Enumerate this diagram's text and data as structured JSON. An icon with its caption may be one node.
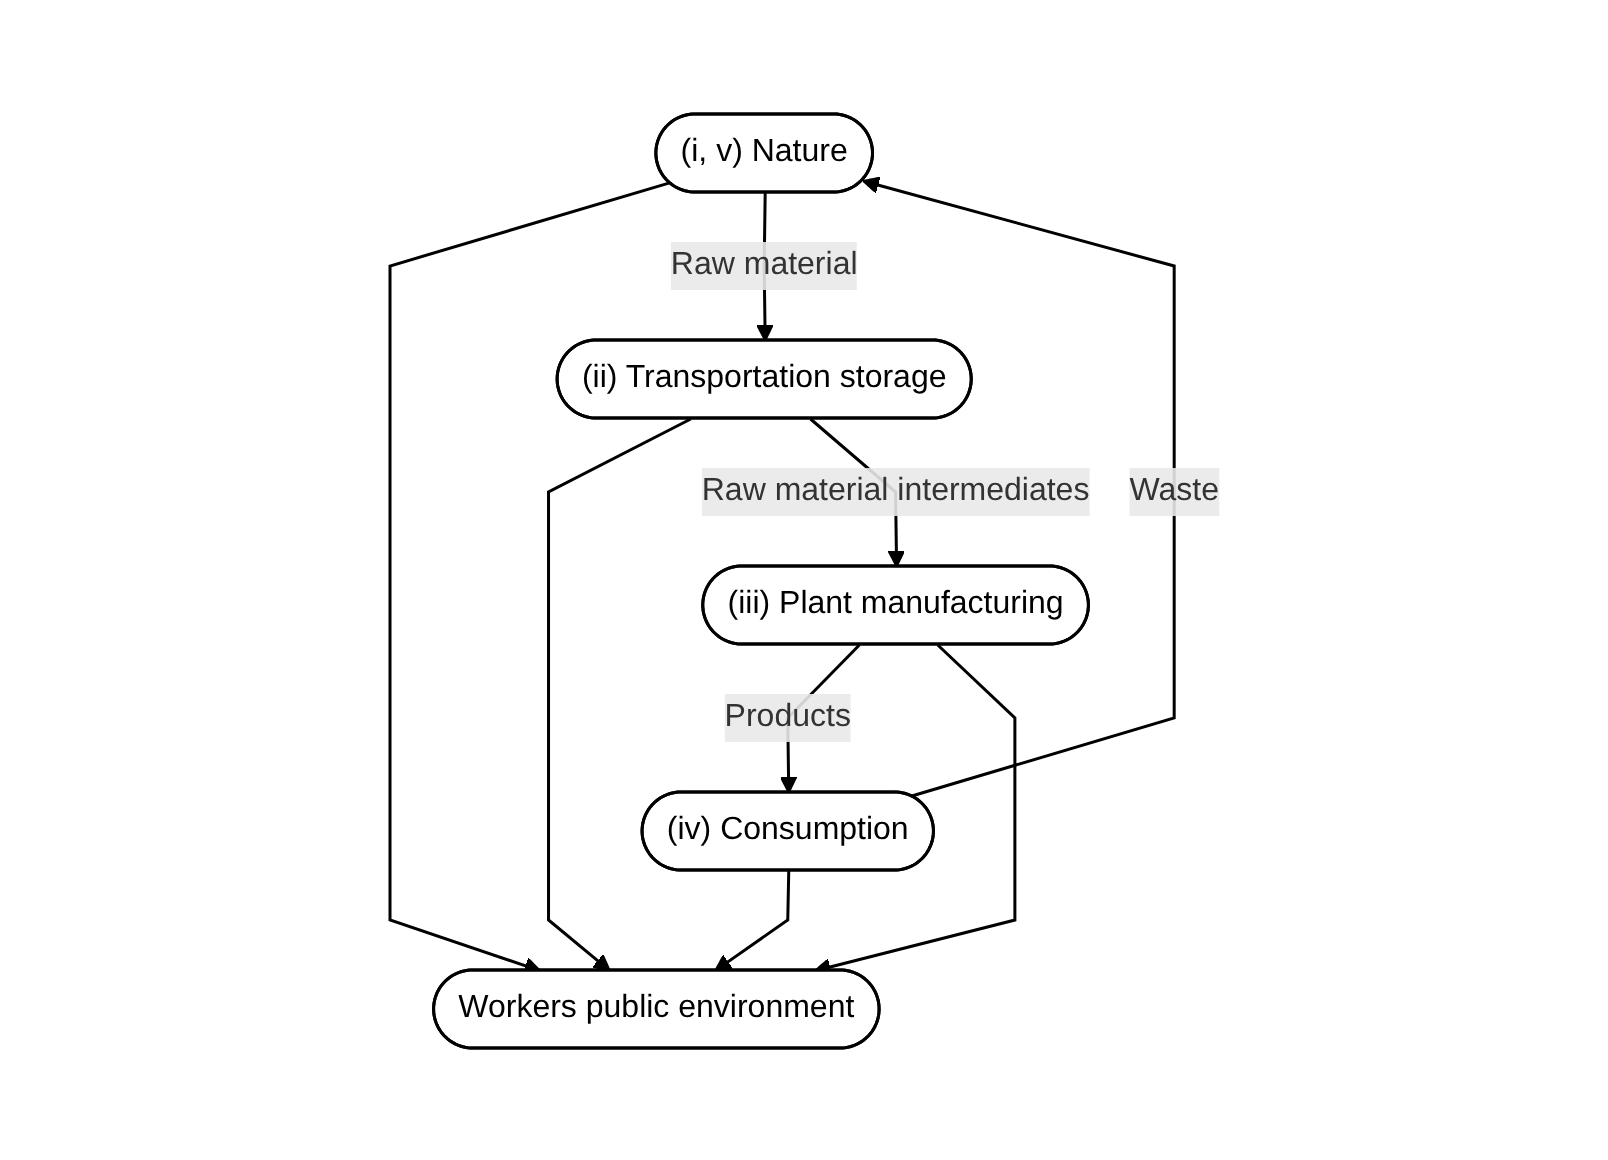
{
  "diagram": {
    "nodes": [
      {
        "text": [
          "(i, v) Nature"
        ]
      },
      {
        "text": [
          "(iv) Consumption"
        ]
      },
      {
        "text": [
          "Workers public environment"
        ]
      },
      {
        "text": [
          "(ii) Transportation storage"
        ]
      },
      {
        "text": [
          "(iii) Plant manufacturing"
        ]
      }
    ],
    "edges": [
      {
        "from": 1,
        "to": 0,
        "arrow": "to",
        "label": "Waste"
      },
      {
        "from": 0,
        "to": 2,
        "arrow": "to"
      },
      {
        "from": 0,
        "to": 3,
        "arrow": "to",
        "label": "Raw material"
      },
      {
        "from": 1,
        "to": 2,
        "arrow": "to"
      },
      {
        "from": 3,
        "to": 2,
        "arrow": "to"
      },
      {
        "from": 3,
        "to": 4,
        "arrow": "to",
        "label": "Raw material intermediates"
      },
      {
        "from": 4,
        "to": 1,
        "arrow": "to",
        "label": "Products"
      },
      {
        "from": 4,
        "to": 2,
        "arrow": "to"
      }
    ]
  }
}
